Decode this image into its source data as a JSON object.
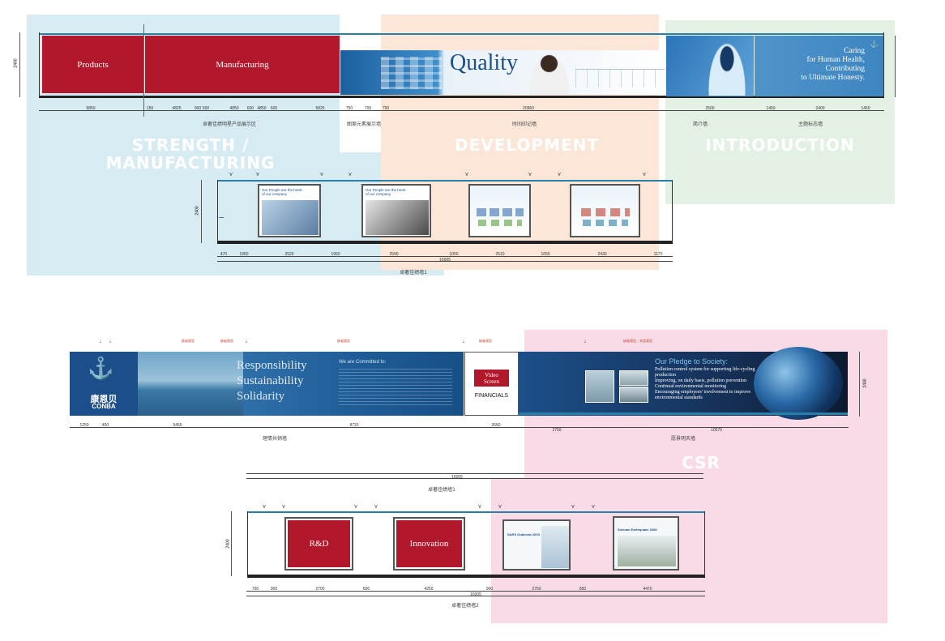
{
  "zones": {
    "strength": {
      "title_line1": "STRENGTH /",
      "title_line2": "MANUFACTURING",
      "color": "#d7ebf3"
    },
    "development": {
      "title": "DEVELOPMENT",
      "color": "#fbe6d8"
    },
    "introduction": {
      "title": "INTRODUCTION",
      "color": "#e2f1e4"
    },
    "csr": {
      "title": "CSR",
      "color": "#f8dbe7"
    }
  },
  "wall1": {
    "height_label": "2400",
    "products_label": "Products",
    "manufacturing_label": "Manufacturing",
    "quality_title": "Quality",
    "caring_line1": "Caring",
    "caring_line2": "for Human Health,",
    "caring_line3": "Contributing",
    "caring_line4": "to Ultimate Honesty.",
    "dims": [
      "6850",
      "150",
      "4825",
      "900",
      "600",
      "4850",
      "600",
      "4850",
      "600",
      "5825",
      "750",
      "700",
      "750",
      "20960",
      "2500",
      "1450",
      "2400",
      "1450"
    ],
    "caption_products": "卓著佳绩明星产品展示区",
    "caption_elements": "图案元素展示墙",
    "caption_timeline": "时间印记墙",
    "caption_intro": "简介墙",
    "caption_theme": "主题标志墙"
  },
  "wall2": {
    "height_label": "2400",
    "poster1_line1": "Our People are the heart",
    "poster1_line2": "of our company",
    "poster2_line1": "Our People are the heart",
    "poster2_line2": "of our company",
    "dims": [
      "470",
      "1950",
      "2520",
      "1950",
      "2590",
      "1050",
      "2510",
      "1650",
      "2430",
      "1170"
    ],
    "total": "16005",
    "caption": "卓著佳绩墙1"
  },
  "wall3": {
    "logo_cn": "康恩贝",
    "logo_en": "CONBA",
    "values_line1": "Responsibility",
    "values_line2": "Sustainability",
    "values_line3": "Solidarity",
    "committed": "We are Committed to:",
    "video_line1": "Video",
    "video_line2": "Screen",
    "financials": "FINANCIALS",
    "pledge_title": "Our Pledge to Society:",
    "pledge_items": [
      "Pollution control system for supporting life-cycling production",
      "Improving, on daily basis, pollution prevention",
      "Continual environmental monitoring",
      "Encouraging employees' involvement to improve environmental standards"
    ],
    "height_label": "2400",
    "dims": [
      "1250",
      "450",
      "5450",
      "8720",
      "2650",
      "2750",
      "10570"
    ],
    "caption_left": "理情共销墙",
    "caption_right": "愿景明天墙",
    "notes": [
      "缺省规定",
      "缺省规定",
      "缺省规定",
      "缺省规定",
      "缺省规定、未定规定"
    ]
  },
  "wall4": {
    "total": "16005",
    "caption": "卓著佳绩墙1"
  },
  "wall5": {
    "height_label": "2400",
    "rd_label": "R&D",
    "innovation_label": "Innovation",
    "poster1_title": "SARS Outbreak 2003",
    "poster2_title": "Sichuan Earthquake 2008",
    "dims": [
      "750",
      "900",
      "2700",
      "600",
      "4250",
      "900",
      "2760",
      "850",
      "4470"
    ],
    "total": "16005",
    "caption": "卓著佳绩墙2"
  }
}
